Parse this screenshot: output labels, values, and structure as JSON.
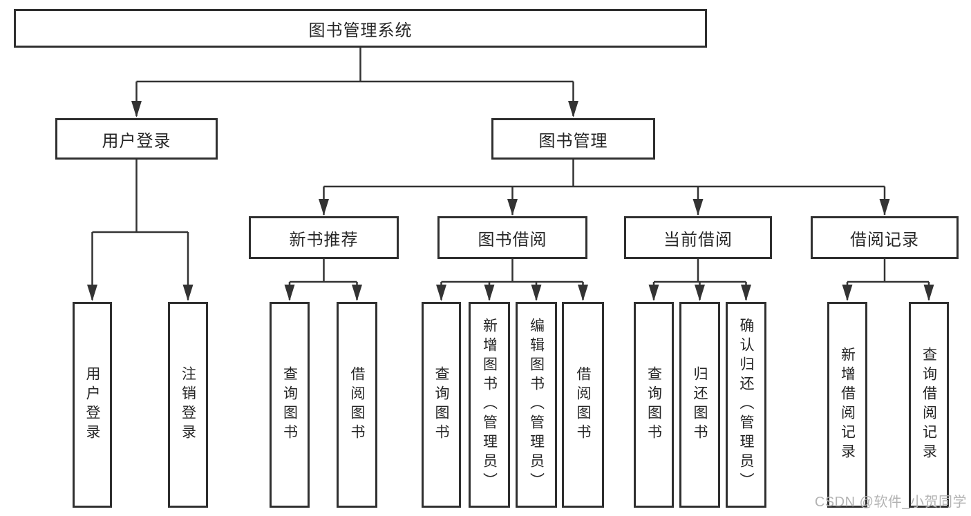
{
  "diagram_title": "图书管理系统",
  "tree": {
    "label": "图书管理系统",
    "children": [
      {
        "label": "用户登录",
        "children": [
          {
            "label": "用户登录"
          },
          {
            "label": "注销登录"
          }
        ]
      },
      {
        "label": "图书管理",
        "children": [
          {
            "label": "新书推荐",
            "children": [
              {
                "label": "查询图书"
              },
              {
                "label": "借阅图书"
              }
            ]
          },
          {
            "label": "图书借阅",
            "children": [
              {
                "label": "查询图书"
              },
              {
                "label": "新增图书（管理员）"
              },
              {
                "label": "编辑图书（管理员）"
              },
              {
                "label": "借阅图书"
              }
            ]
          },
          {
            "label": "当前借阅",
            "children": [
              {
                "label": "查询图书"
              },
              {
                "label": "归还图书"
              },
              {
                "label": "确认归还（管理员）"
              }
            ]
          },
          {
            "label": "借阅记录",
            "children": [
              {
                "label": "新增借阅记录"
              },
              {
                "label": "查询借阅记录"
              }
            ]
          }
        ]
      }
    ]
  },
  "watermark": {
    "text": "CSDN @软件_小贺同学"
  },
  "colors": {
    "line": "#333333",
    "box_border": "#2f2f2f",
    "text": "#262626",
    "watermark": "#b3b3b3",
    "background": "#ffffff"
  }
}
